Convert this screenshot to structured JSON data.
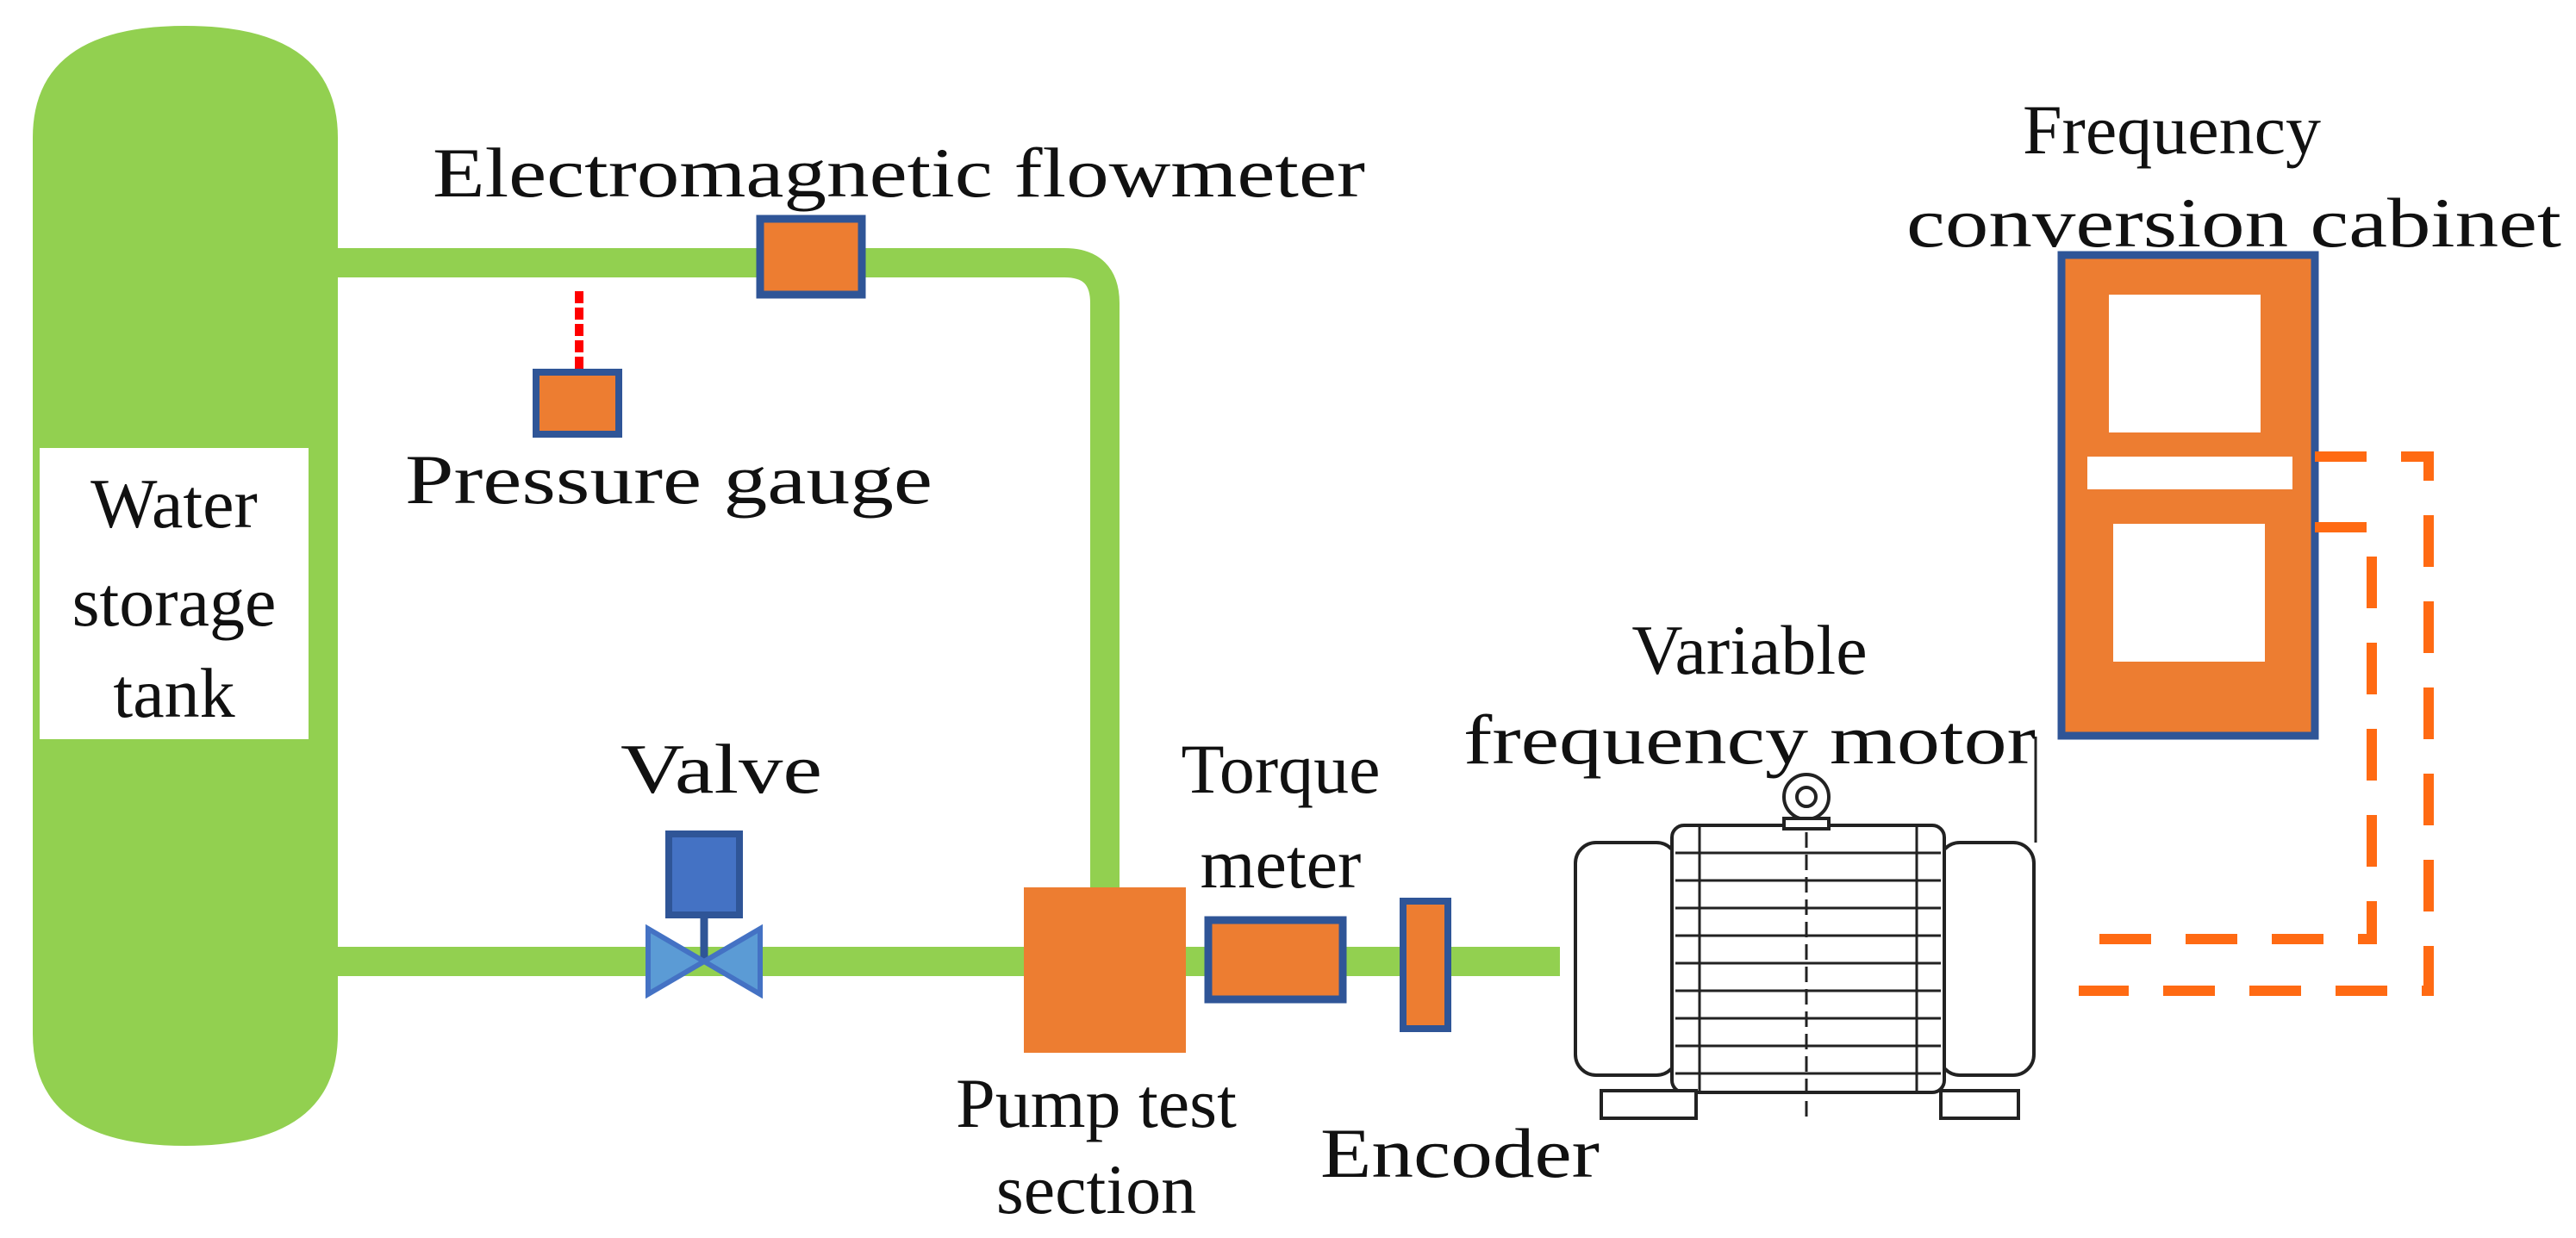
{
  "labels": {
    "water_tank": [
      "Water",
      "storage",
      "tank"
    ],
    "flowmeter": "Electromagnetic flowmeter",
    "pressure_gauge": "Pressure gauge",
    "valve": "Valve",
    "torque_meter": [
      "Torque",
      "meter"
    ],
    "pump_test_section": [
      "Pump test",
      "section"
    ],
    "encoder": "Encoder",
    "motor": [
      "Variable",
      "frequency motor"
    ],
    "cabinet": [
      "Frequency",
      "conversion cabinet"
    ]
  },
  "colors": {
    "pipe": "#92d050",
    "tank": "#92d050",
    "component_fill": "#ed7d31",
    "component_border": "#2f5597",
    "valve_actuator": "#4472c4",
    "valve_body": "#5b9bd5",
    "gauge_needle": "#ff0000",
    "cable": "#ff6a13",
    "motor_line": "#222222"
  }
}
